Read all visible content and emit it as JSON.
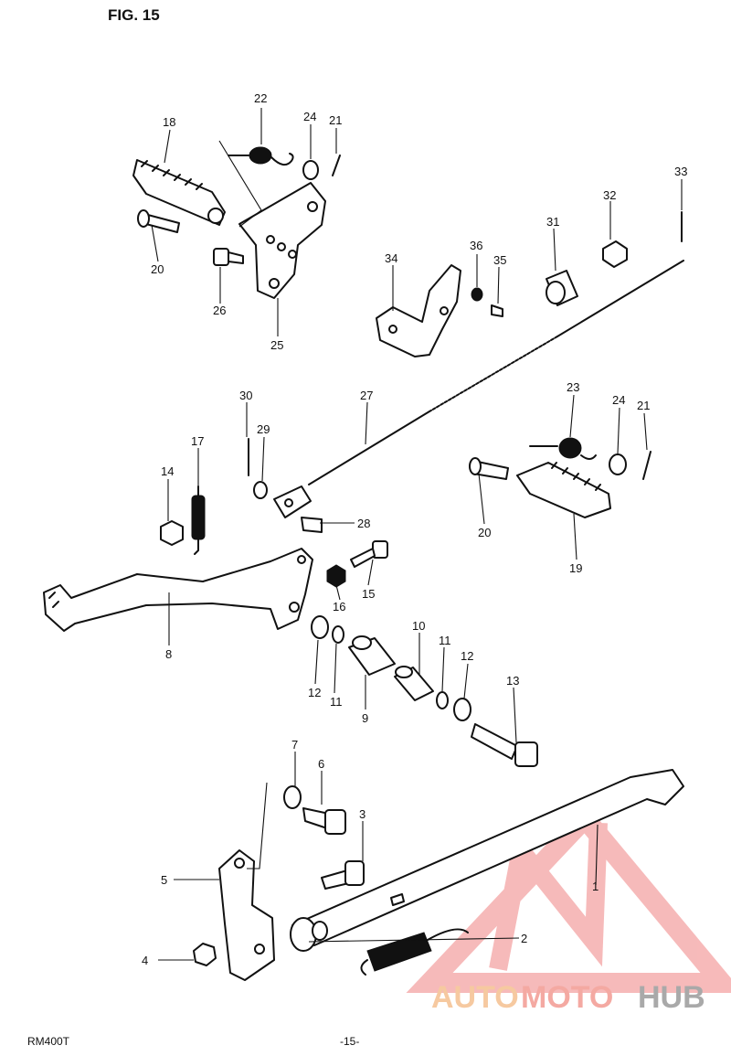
{
  "figure": {
    "title": "FIG. 15",
    "model": "RM400T",
    "page": "-15-"
  },
  "parts": [
    {
      "label": "1"
    },
    {
      "label": "2"
    },
    {
      "label": "3"
    },
    {
      "label": "4"
    },
    {
      "label": "5"
    },
    {
      "label": "6"
    },
    {
      "label": "7"
    },
    {
      "label": "8"
    },
    {
      "label": "9"
    },
    {
      "label": "10"
    },
    {
      "label": "11"
    },
    {
      "label": "11"
    },
    {
      "label": "12"
    },
    {
      "label": "12"
    },
    {
      "label": "13"
    },
    {
      "label": "14"
    },
    {
      "label": "15"
    },
    {
      "label": "16"
    },
    {
      "label": "17"
    },
    {
      "label": "18"
    },
    {
      "label": "19"
    },
    {
      "label": "20"
    },
    {
      "label": "20"
    },
    {
      "label": "21"
    },
    {
      "label": "21"
    },
    {
      "label": "22"
    },
    {
      "label": "23"
    },
    {
      "label": "24"
    },
    {
      "label": "24"
    },
    {
      "label": "25"
    },
    {
      "label": "26"
    },
    {
      "label": "27"
    },
    {
      "label": "28"
    },
    {
      "label": "29"
    },
    {
      "label": "30"
    },
    {
      "label": "31"
    },
    {
      "label": "32"
    },
    {
      "label": "33"
    },
    {
      "label": "34"
    },
    {
      "label": "35"
    },
    {
      "label": "36"
    }
  ],
  "watermark": {
    "word1": "AUTO",
    "word2": "MOTO",
    "word3": "HUB",
    "color1": "#f6c9a0",
    "color2": "#f4a9a2",
    "color3": "#a9a9a9",
    "mark_color": "#f4a3a3"
  }
}
